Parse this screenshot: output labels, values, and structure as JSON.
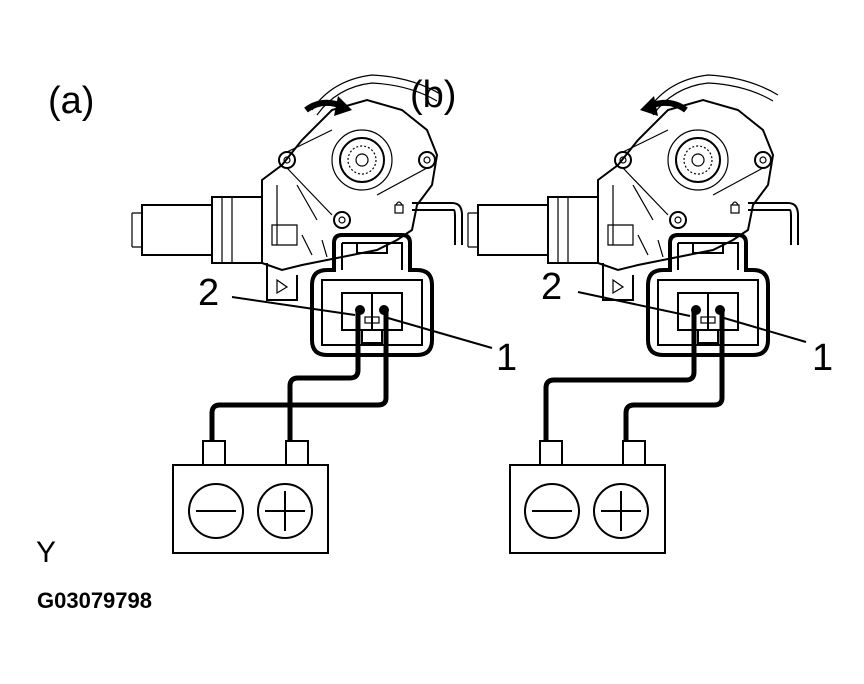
{
  "panels": [
    {
      "id": "a",
      "label": "(a)",
      "rotation": "clockwise",
      "pin_left": "2",
      "pin_right": "1",
      "battery_left": "minus",
      "battery_right": "plus"
    },
    {
      "id": "b",
      "label": "(b)",
      "rotation": "counterclockwise",
      "pin_left": "2",
      "pin_right": "1",
      "battery_left": "minus",
      "battery_right": "plus"
    }
  ],
  "footer": {
    "side_mark": "Y",
    "drawing_code": "G03079798"
  },
  "icons": {
    "arrow_a": "clockwise-arrow-icon",
    "arrow_b": "counterclockwise-arrow-icon",
    "minus": "minus-terminal-icon",
    "plus": "plus-terminal-icon"
  }
}
